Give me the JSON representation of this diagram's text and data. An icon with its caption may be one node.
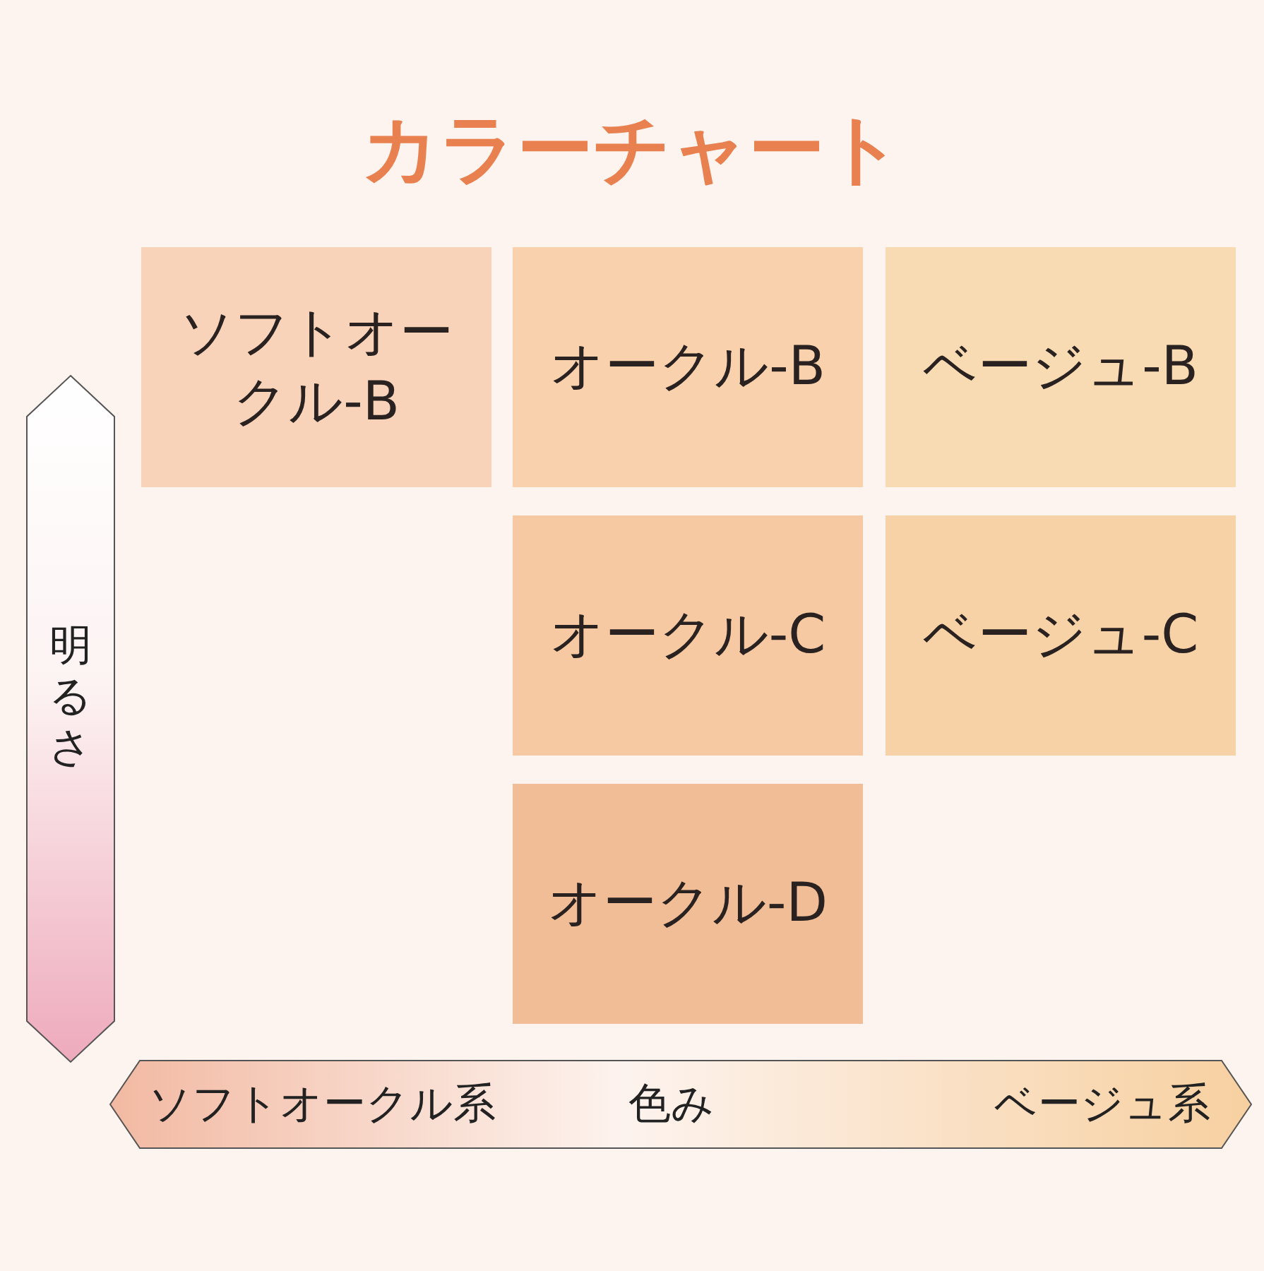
{
  "diagram": {
    "title": "カラーチャート",
    "nodes": [
      {
        "text": [
          "ソフトオークル-B"
        ]
      },
      {
        "text": [
          "オークル-B"
        ]
      },
      {
        "text": [
          "ベージュ-B"
        ]
      },
      {
        "text": [
          "オークル-C"
        ]
      },
      {
        "text": [
          "ベージュ-C"
        ]
      },
      {
        "text": [
          "オークル-D"
        ]
      },
      {
        "text": [
          "明るさ"
        ]
      },
      {
        "text": [
          "ソフトオークル系",
          "色み",
          "ベージュ系"
        ]
      }
    ]
  }
}
